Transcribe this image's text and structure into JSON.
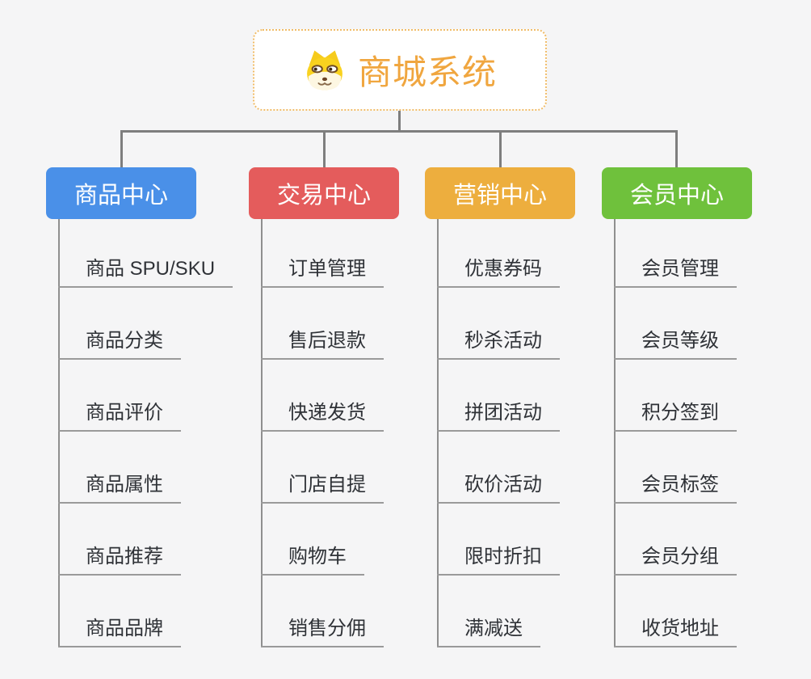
{
  "root": {
    "title": "商城系统",
    "icon": "shiba-dog-icon"
  },
  "branches": [
    {
      "label": "商品中心",
      "color": "#4a90e8",
      "children": [
        "商品 SPU/SKU",
        "商品分类",
        "商品评价",
        "商品属性",
        "商品推荐",
        "商品品牌"
      ]
    },
    {
      "label": "交易中心",
      "color": "#e45c5c",
      "children": [
        "订单管理",
        "售后退款",
        "快递发货",
        "门店自提",
        "购物车",
        "销售分佣"
      ]
    },
    {
      "label": "营销中心",
      "color": "#edae3e",
      "children": [
        "优惠券码",
        "秒杀活动",
        "拼团活动",
        "砍价活动",
        "限时折扣",
        "满减送"
      ]
    },
    {
      "label": "会员中心",
      "color": "#6fc13c",
      "children": [
        "会员管理",
        "会员等级",
        "积分签到",
        "会员标签",
        "会员分组",
        "收货地址"
      ]
    }
  ],
  "colors": {
    "background": "#f5f5f6",
    "connector": "#7e7e7e",
    "underline": "#9a9a9a",
    "root_border": "#f0bc68",
    "root_text": "#f0a63f",
    "leaf_text": "#2f3237"
  }
}
